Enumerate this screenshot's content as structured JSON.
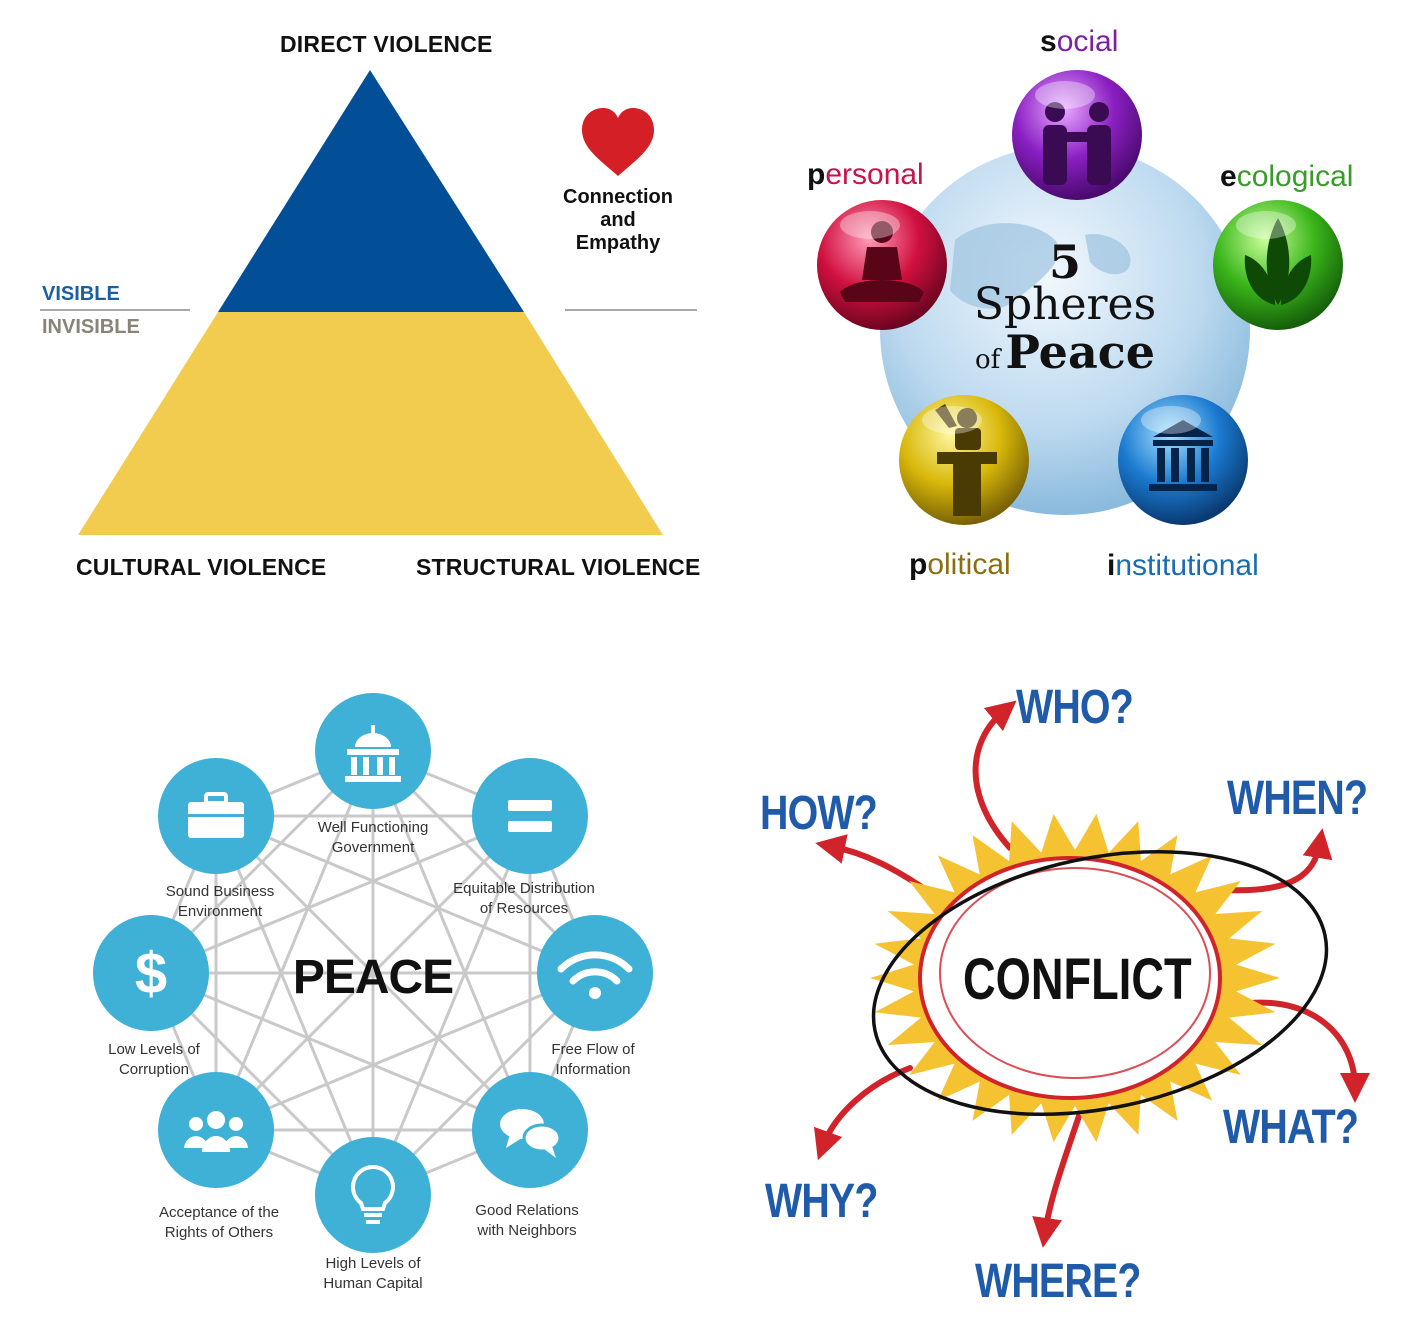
{
  "triangle": {
    "top_label": "DIRECT VIOLENCE",
    "left_label": "CULTURAL VIOLENCE",
    "right_label": "STRUCTURAL VIOLENCE",
    "visible_label": "VISIBLE",
    "invisible_label": "INVISIBLE",
    "heart_text_1": "Connection",
    "heart_text_2": "and",
    "heart_text_3": "Empathy",
    "colors": {
      "blue": "#034f97",
      "yellow": "#f2cc4f",
      "visible": "#1a5fa3",
      "invisible": "#8a8478",
      "heart": "#d41f26"
    }
  },
  "spheres": {
    "title_number": "5",
    "title_word": "Spheres",
    "title_of": "of",
    "title_peace": "Peace",
    "items": [
      {
        "initial": "s",
        "rest": "ocial",
        "color": "#7f1fa8",
        "icon": "people-icon"
      },
      {
        "initial": "p",
        "rest": "ersonal",
        "color": "#c4144a",
        "icon": "meditation-icon"
      },
      {
        "initial": "e",
        "rest": "cological",
        "color": "#3a9a2a",
        "icon": "leaf-icon"
      },
      {
        "initial": "p",
        "rest": "olitical",
        "color": "#8a6e10",
        "icon": "podium-icon"
      },
      {
        "initial": "i",
        "rest": "nstitutional",
        "color": "#1a6cb0",
        "icon": "building-icon"
      }
    ]
  },
  "peace": {
    "center": "PEACE",
    "nodes": [
      {
        "line1": "Well Functioning",
        "line2": "Government",
        "icon": "capitol-icon"
      },
      {
        "line1": "Equitable Distribution",
        "line2": "of Resources",
        "icon": "equals-icon"
      },
      {
        "line1": "Free Flow of",
        "line2": "Information",
        "icon": "wifi-icon"
      },
      {
        "line1": "Good Relations",
        "line2": "with Neighbors",
        "icon": "chat-icon"
      },
      {
        "line1": "High Levels of",
        "line2": "Human Capital",
        "icon": "lightbulb-icon"
      },
      {
        "line1": "Acceptance of the",
        "line2": "Rights of Others",
        "icon": "group-icon"
      },
      {
        "line1": "Low Levels of",
        "line2": "Corruption",
        "icon": "dollar-icon"
      },
      {
        "line1": "Sound Business",
        "line2": "Environment",
        "icon": "briefcase-icon"
      }
    ],
    "colors": {
      "node": "#3fb0d6",
      "line": "#c9c9c9"
    }
  },
  "conflict": {
    "center": "CONFLICT",
    "questions": {
      "who": "WHO?",
      "how": "HOW?",
      "when": "WHEN?",
      "what": "WHAT?",
      "why": "WHY?",
      "where": "WHERE?"
    },
    "colors": {
      "question": "#1f5ba8",
      "arrow": "#d1232a",
      "burst": "#f5c232"
    }
  }
}
